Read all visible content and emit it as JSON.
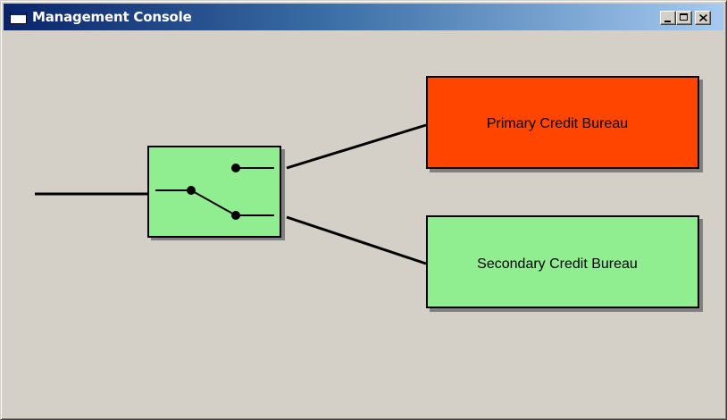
{
  "window": {
    "title": "Management Console",
    "controls": {
      "minimize": "minimize",
      "maximize": "maximize",
      "close": "close"
    }
  },
  "diagram": {
    "primary": {
      "label": "Primary Credit Bureau",
      "fill": "#ff4500"
    },
    "secondary": {
      "label": "Secondary Credit Bureau",
      "fill": "#90ee90"
    },
    "switch": {
      "fill": "#90ee90",
      "position": "secondary"
    }
  }
}
